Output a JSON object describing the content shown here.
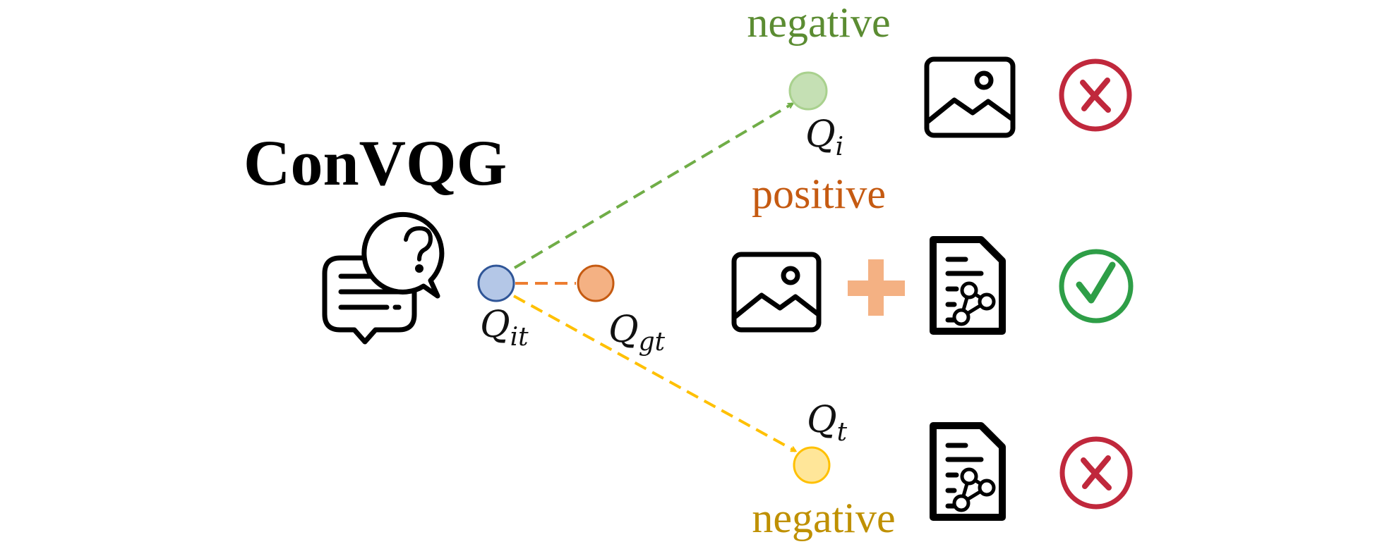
{
  "title": "ConVQG",
  "labels": {
    "negative_top": "negative",
    "positive": "positive",
    "negative_bottom": "negative"
  },
  "nodes": {
    "q_it": {
      "symbol": "Q",
      "subscript": "it"
    },
    "q_gt": {
      "symbol": "Q",
      "subscript": "gt"
    },
    "q_i": {
      "symbol": "Q",
      "subscript": "i"
    },
    "q_t": {
      "symbol": "Q",
      "subscript": "t"
    }
  },
  "colors": {
    "negative_top": "#5b8c32",
    "positive": "#c55a11",
    "negative_bottom": "#bf9000",
    "q_it_fill": "#b4c7e7",
    "q_it_stroke": "#2f5597",
    "q_gt_fill": "#f4b183",
    "q_gt_stroke": "#c55a11",
    "q_i_fill": "#c5e0b4",
    "q_i_stroke": "#a9d18e",
    "q_t_fill": "#ffe699",
    "q_t_stroke": "#ffc000",
    "arrow_green": "#70ad47",
    "arrow_orange": "#ed7d31",
    "arrow_yellow": "#ffc000",
    "plus": "#f4b183",
    "check": "#2e9e47",
    "cross": "#c0283c"
  },
  "icons": [
    "chat-question-icon",
    "image-icon",
    "plus-icon",
    "document-graph-icon",
    "check-circle-icon",
    "cross-circle-icon"
  ]
}
